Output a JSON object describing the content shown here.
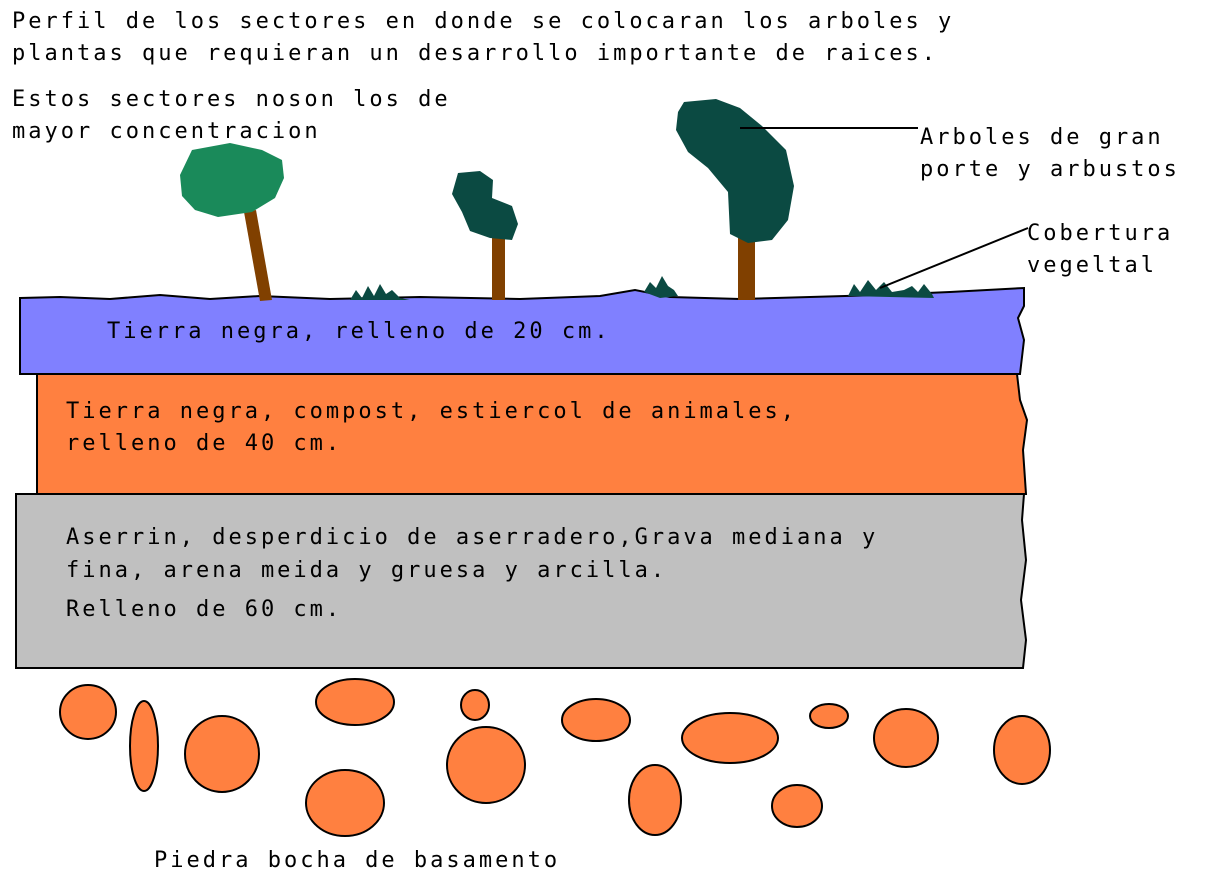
{
  "title": {
    "line1": "Perfil de los sectores en donde se colocaran los arboles y",
    "line2": "plantas que requieran un desarrollo importante de raices."
  },
  "note": {
    "line1": "Estos sectores noson los de",
    "line2": "mayor concentracion"
  },
  "labels": {
    "trees": {
      "line1": "Arboles de gran",
      "line2": "porte y arbustos"
    },
    "ground_cover": {
      "line1": "Cobertura",
      "line2": "vegeltal"
    }
  },
  "layers": [
    {
      "lines": [
        "Tierra negra, relleno de 20 cm."
      ],
      "color": "#8080ff"
    },
    {
      "lines": [
        "Tierra negra, compost, estiercol de animales,",
        "relleno de 40 cm."
      ],
      "color": "#ff8040"
    },
    {
      "lines": [
        "Aserrin, desperdicio de aserradero,Grava mediana y",
        "fina, arena meida y gruesa y arcilla.",
        "Relleno de 60 cm."
      ],
      "color": "#c0c0c0"
    }
  ],
  "base": {
    "label": "Piedra bocha de basamento",
    "stone_color": "#ff8040"
  },
  "colors": {
    "tree_trunk": "#804000",
    "tree_light": "#1a8a5a",
    "tree_dark": "#0b4a42",
    "shrub": "#0b4a42"
  }
}
